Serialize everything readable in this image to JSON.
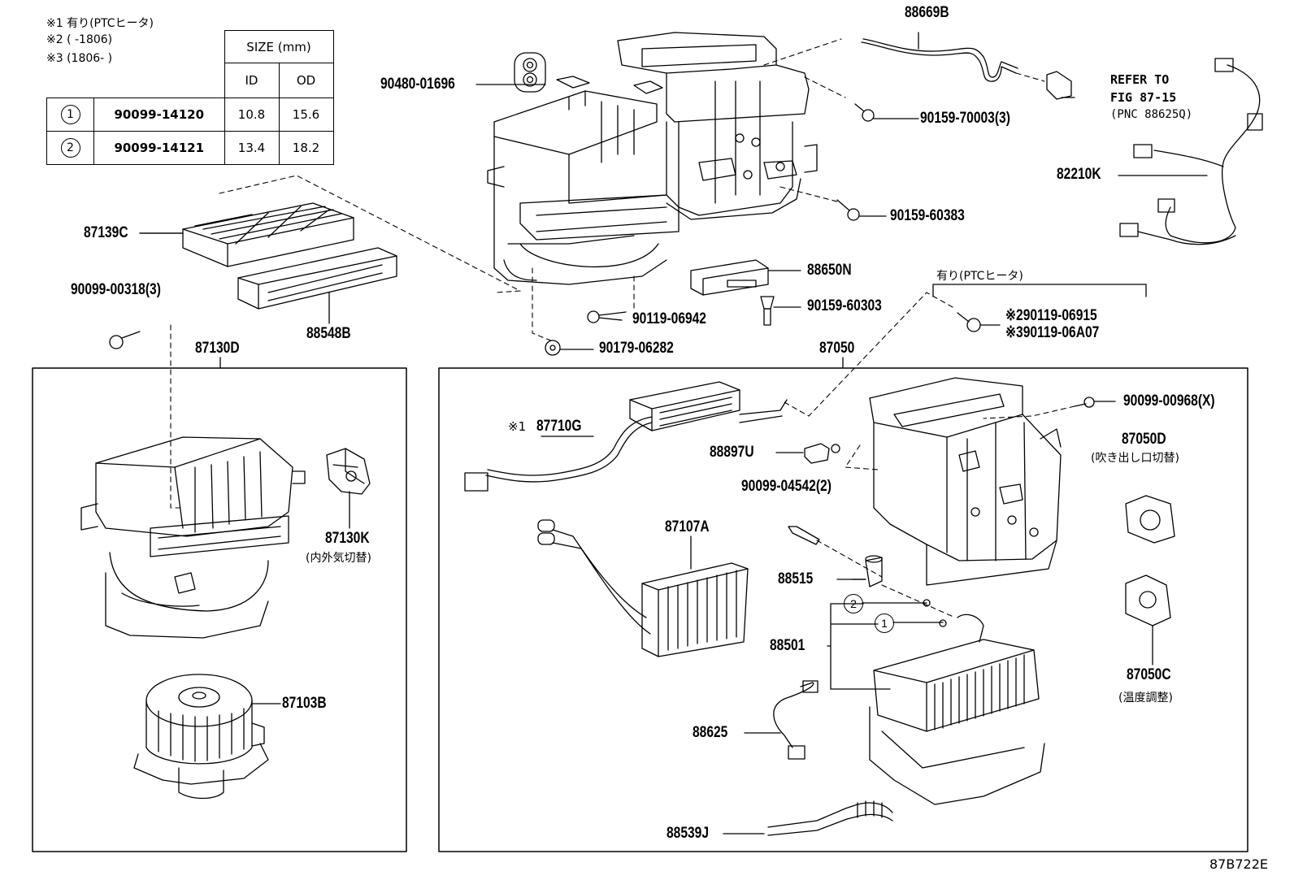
{
  "notes": {
    "note1": "※1 有り(PTCヒータ)",
    "note2": "※2 (      -1806)",
    "note3": "※3 (1806-      )"
  },
  "size_table": {
    "header": "SIZE (mm)",
    "col_id": "ID",
    "col_od": "OD",
    "rows": [
      {
        "mark": "1",
        "part": "90099-14120",
        "id": "10.8",
        "od": "15.6"
      },
      {
        "mark": "2",
        "part": "90099-14121",
        "id": "13.4",
        "od": "18.2"
      }
    ]
  },
  "parts": {
    "p88669B": "88669B",
    "p90480": "90480-01696",
    "p90159_70003": "90159-70003(3)",
    "p90159_60383": "90159-60383",
    "p87139C": "87139C",
    "p88548B": "88548B",
    "p90099_00318": "90099-00318(3)",
    "p88650N": "88650N",
    "p90159_60303": "90159-60303",
    "p90119_06942": "90119-06942",
    "p90179_06282": "90179-06282",
    "p87130D": "87130D",
    "p87130K": "87130K",
    "p87130K_sub": "(内外気切替)",
    "p87103B": "87103B",
    "p87050": "87050",
    "p82210K": "82210K",
    "ptc_label": "有り(PTCヒータ)",
    "p90119_06915": "※290119-06915",
    "p90119_06A07": "※390119-06A07",
    "p87710G": "87710G",
    "p87710G_mark": "※1",
    "p90099_00968": "90099-00968(X)",
    "p87050D": "87050D",
    "p87050D_sub": "(吹き出し口切替)",
    "p88897U": "88897U",
    "p90099_04542": "90099-04542(2)",
    "p87107A": "87107A",
    "p88515": "88515",
    "p88501": "88501",
    "p87050C": "87050C",
    "p87050C_sub": "(温度調整)",
    "p88625": "88625",
    "p88539J": "88539J",
    "callout1": "1",
    "callout2": "2"
  },
  "refer": {
    "line1": "REFER TO",
    "line2": "FIG 87-15",
    "line3": "(PNC 88625Q)"
  },
  "drawing_code": "87B722E"
}
